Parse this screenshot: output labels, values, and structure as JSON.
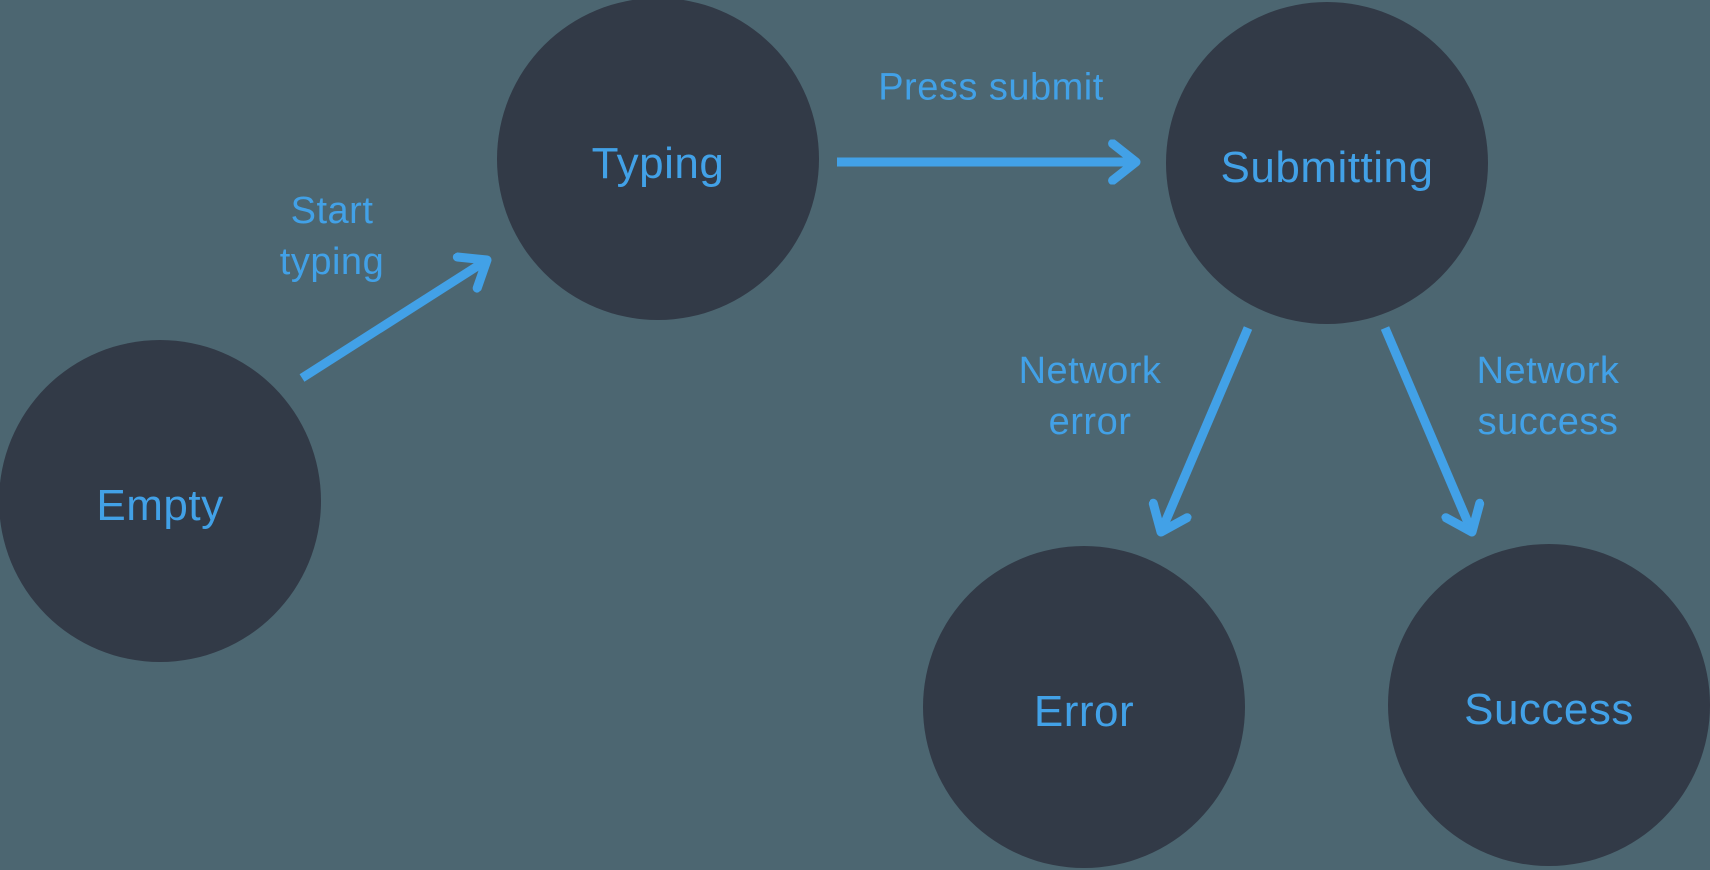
{
  "diagram": {
    "type": "state-machine",
    "colors": {
      "background": "#4C6671",
      "node_fill": "#323A47",
      "accent_blue": "#42A1E7"
    },
    "nodes": [
      {
        "id": "empty",
        "label": "Empty"
      },
      {
        "id": "typing",
        "label": "Typing"
      },
      {
        "id": "submitting",
        "label": "Submitting"
      },
      {
        "id": "error",
        "label": "Error"
      },
      {
        "id": "success",
        "label": "Success"
      }
    ],
    "edges": [
      {
        "from": "empty",
        "to": "typing",
        "label": "Start\ntyping"
      },
      {
        "from": "typing",
        "to": "submitting",
        "label": "Press submit"
      },
      {
        "from": "submitting",
        "to": "error",
        "label": "Network\nerror"
      },
      {
        "from": "submitting",
        "to": "success",
        "label": "Network\nsuccess"
      }
    ]
  }
}
